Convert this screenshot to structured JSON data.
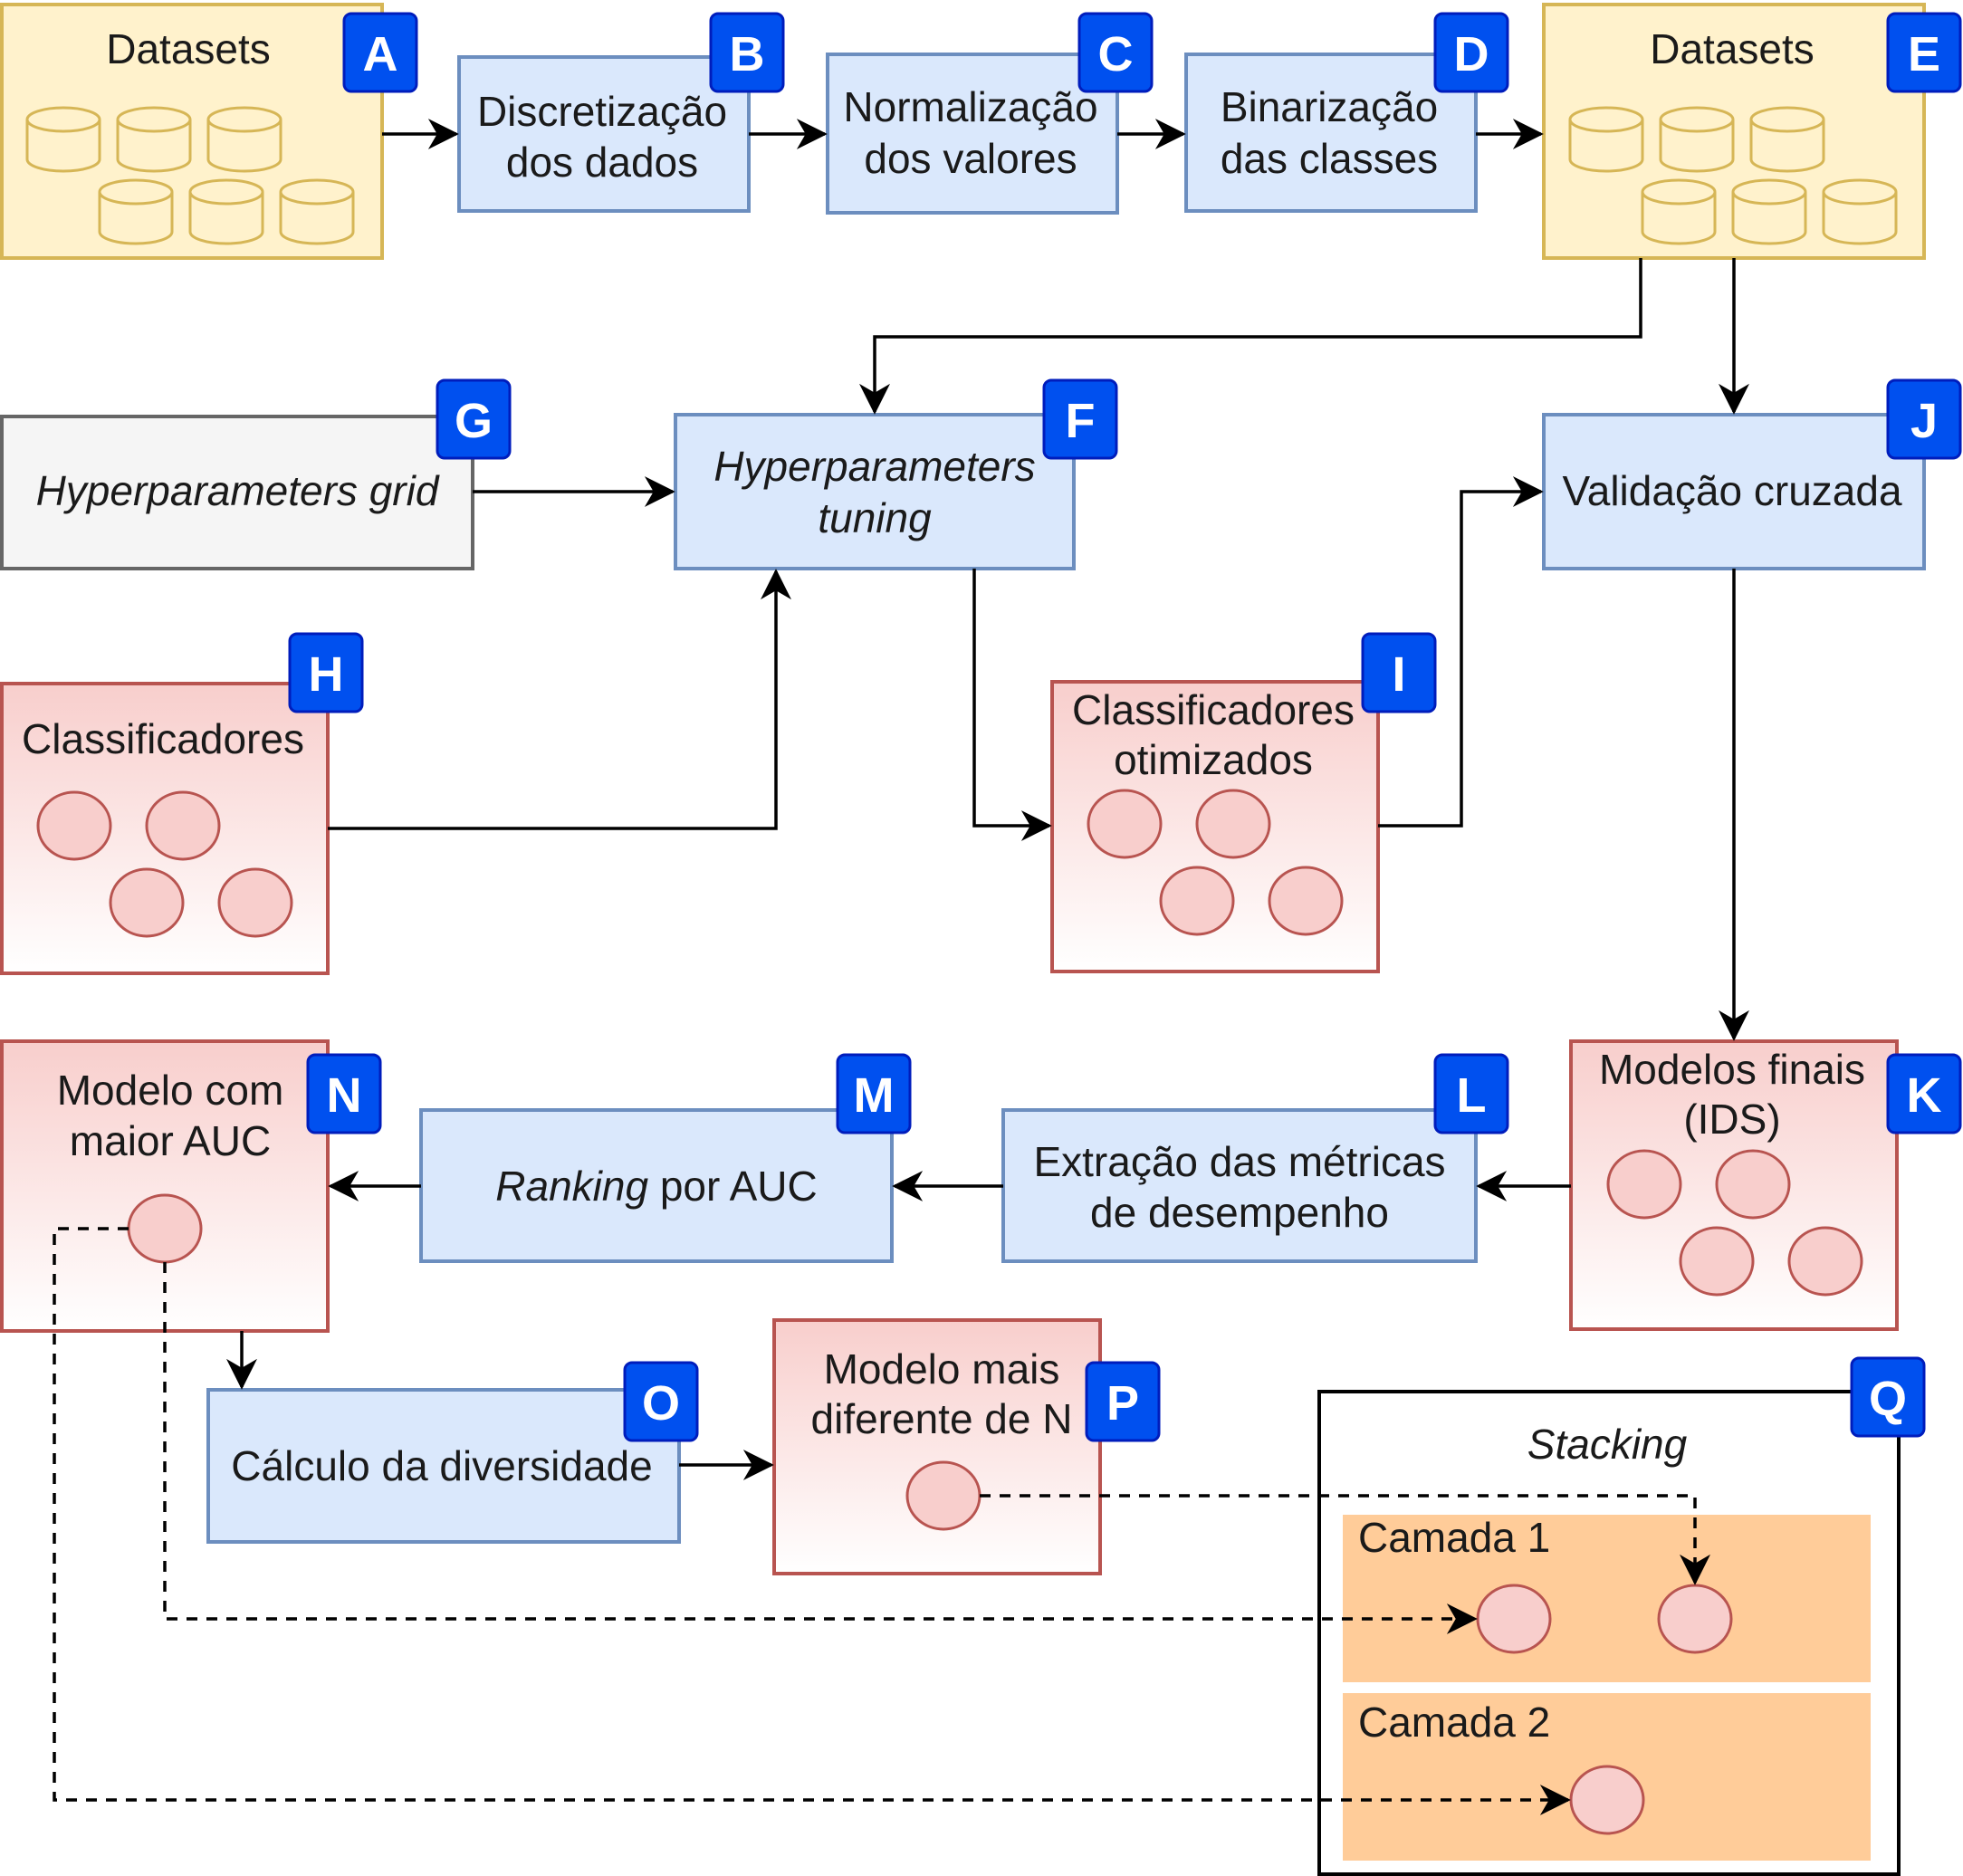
{
  "colors": {
    "yellow_fill": "#fff2cc",
    "yellow_stroke": "#d6b656",
    "blue_fill": "#dae8fc",
    "blue_stroke": "#6c8ebf",
    "red_fill": "#f8cecc",
    "red_stroke": "#b85450",
    "gray_fill": "#f5f5f5",
    "gray_stroke": "#666666",
    "orange_fill": "#ffcc99",
    "badge_fill": "#0050ef",
    "badge_stroke": "#001dbc"
  },
  "nodes": {
    "A": {
      "badge": "A",
      "label": "Datasets"
    },
    "B": {
      "badge": "B",
      "line1": "Discretização",
      "line2": "dos dados"
    },
    "C": {
      "badge": "C",
      "line1": "Normalização",
      "line2": "dos valores"
    },
    "D": {
      "badge": "D",
      "line1": "Binarização",
      "line2": "das classes"
    },
    "E": {
      "badge": "E",
      "label": "Datasets"
    },
    "F": {
      "badge": "F",
      "line1": "Hyperparameters",
      "line2": "tuning"
    },
    "G": {
      "badge": "G",
      "label": "Hyperparameters grid"
    },
    "H": {
      "badge": "H",
      "label": "Classificadores"
    },
    "I": {
      "badge": "I",
      "line1": "Classificadores",
      "line2": "otimizados"
    },
    "J": {
      "badge": "J",
      "label": "Validação cruzada"
    },
    "K": {
      "badge": "K",
      "line1": "Modelos finais",
      "line2": "(IDS)"
    },
    "L": {
      "badge": "L",
      "line1": "Extração das métricas",
      "line2": "de desempenho"
    },
    "M": {
      "badge": "M",
      "label_italic": "Ranking",
      "label_rest": " por AUC"
    },
    "N": {
      "badge": "N",
      "line1": "Modelo com",
      "line2": "maior AUC"
    },
    "O": {
      "badge": "O",
      "label": "Cálculo da diversidade"
    },
    "P": {
      "badge": "P",
      "line1": "Modelo mais",
      "line2": "diferente de N"
    },
    "Q": {
      "badge": "Q",
      "label": "Stacking",
      "layer1": "Camada 1",
      "layer2": "Camada 2"
    }
  }
}
